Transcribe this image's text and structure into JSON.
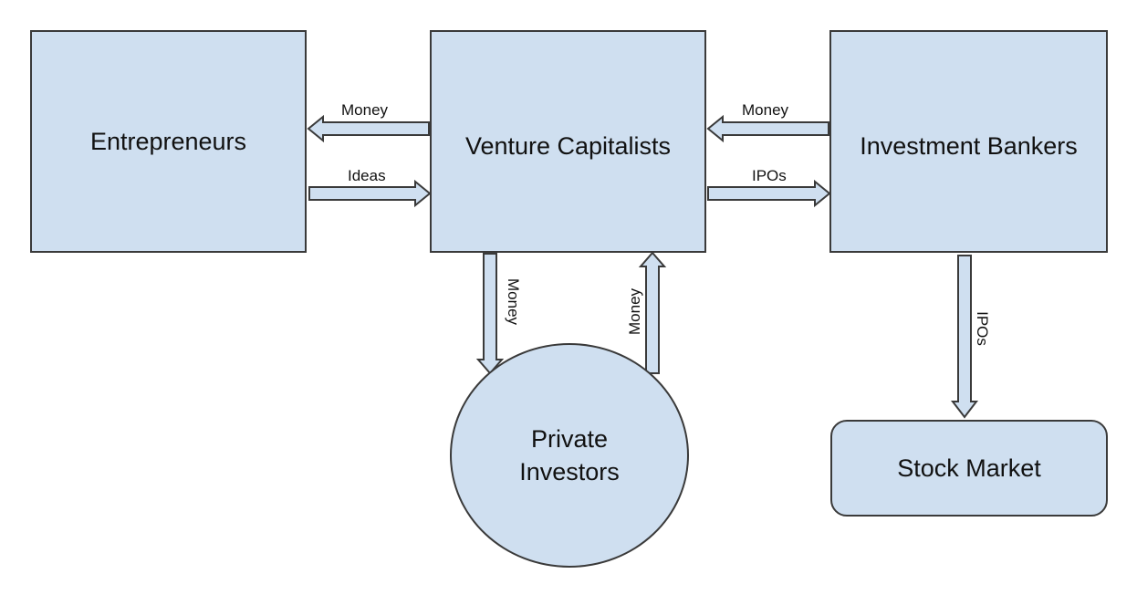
{
  "nodes": {
    "entrepreneurs": "Entrepreneurs",
    "venture_capitalists": "Venture Capitalists",
    "investment_bankers": "Investment Bankers",
    "private_investors_line1": "Private",
    "private_investors_line2": "Investors",
    "stock_market": "Stock Market"
  },
  "edges": {
    "vc_to_entrepreneurs": "Money",
    "entrepreneurs_to_vc": "Ideas",
    "bankers_to_vc": "Money",
    "vc_to_bankers": "IPOs",
    "vc_to_private": "Money",
    "private_to_vc": "Money",
    "bankers_to_market": "IPOs"
  },
  "colors": {
    "node_fill": "#cfdff0",
    "stroke": "#3a3a3a"
  }
}
